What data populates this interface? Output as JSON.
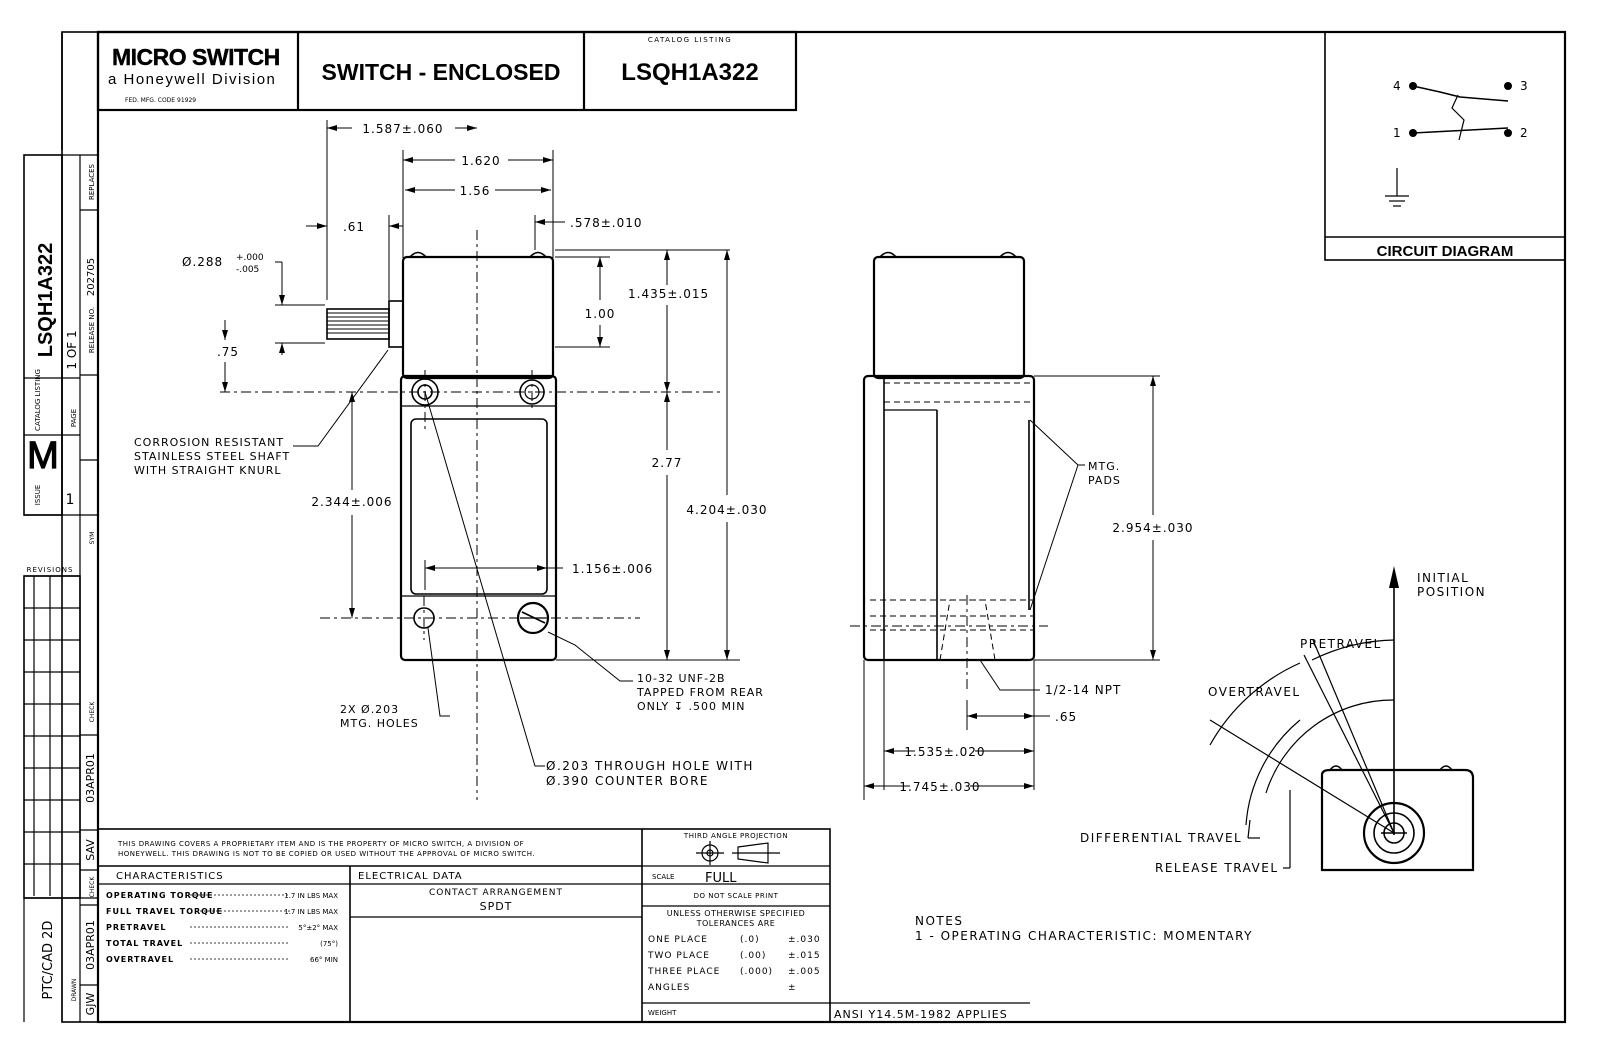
{
  "title_block": {
    "logo_text": "MICRO SWITCH",
    "logo_sub": "a Honeywell Division",
    "fed_code": "FED. MFG. CODE 91929",
    "product": "SWITCH  -  ENCLOSED",
    "catalog_listing_label": "CATALOG LISTING",
    "catalog_listing": "LSQH1A322"
  },
  "side_strip": {
    "catalog": "LSQH1A322",
    "catalog_label": "CATALOG LISTING",
    "page_label": "PAGE",
    "page": "1 OF 1",
    "release_label": "RELEASE NO.",
    "release_no": "202705",
    "replaces_label": "REPLACES",
    "issue_label": "ISSUE",
    "issue": "1",
    "m_mark": "M",
    "rev_label": "REVISIONS",
    "check_label": "CHECK",
    "date1": "03APR01",
    "initials1": "SAV",
    "date2": "03APR01",
    "initials2": "GJW",
    "drawn_label": "DRAWN",
    "cad": "PTC/CAD 2D",
    "sym_label": "SYM"
  },
  "circuit": {
    "title": "CIRCUIT  DIAGRAM",
    "terminals": [
      "4",
      "3",
      "1",
      "2"
    ]
  },
  "dims": {
    "d1": "1.587±.060",
    "d2": "1.620",
    "d3": "1.56",
    "d4": ".61",
    "d5": ".578±.010",
    "d6_main": "Ø.288",
    "d6_tol_top": "+.000",
    "d6_tol_bot": "-.005",
    "d7": "1.435±.015",
    "d8": "1.00",
    "d9": ".75",
    "d10": "2.77",
    "d11": "4.204±.030",
    "d12": "2.344±.006",
    "d13": "1.156±.006",
    "d14": "2.954±.030",
    "d15": "1/2-14 NPT",
    "d16": ".65",
    "d17": "1.535±.020",
    "d18": "1.745±.030"
  },
  "notes": {
    "shaft": [
      "CORROSION RESISTANT",
      "STAINLESS STEEL SHAFT",
      "WITH STRAIGHT KNURL"
    ],
    "mtg_holes": [
      "2X Ø.203",
      "MTG. HOLES"
    ],
    "tapped": [
      "10-32 UNF-2B",
      "TAPPED FROM REAR",
      "ONLY ↧ .500 MIN"
    ],
    "through": [
      "Ø.203 THROUGH HOLE WITH",
      "Ø.390 COUNTER BORE"
    ],
    "mtg_pads": [
      "MTG.",
      "PADS"
    ],
    "initial": [
      "INITIAL",
      "POSITION"
    ],
    "pretravel": "PRETRAVEL",
    "overtravel": "OVERTRAVEL",
    "differential": "DIFFERENTIAL TRAVEL",
    "release": "RELEASE TRAVEL",
    "notes_title": "NOTES",
    "note1": "1 - OPERATING CHARACTERISTIC:  MOMENTARY",
    "ansi": "ANSI Y14.5M-1982 APPLIES"
  },
  "bottom": {
    "proprietary": [
      "THIS DRAWING COVERS A PROPRIETARY ITEM AND IS THE PROPERTY OF MICRO SWITCH, A DIVISION OF",
      "HONEYWELL. THIS DRAWING IS NOT TO BE COPIED OR USED WITHOUT THE APPROVAL OF MICRO SWITCH."
    ],
    "characteristics_label": "CHARACTERISTICS",
    "electrical_label": "ELECTRICAL DATA",
    "characteristics": [
      {
        "label": "OPERATING TORQUE",
        "value": "1.7  IN LBS MAX"
      },
      {
        "label": "FULL TRAVEL TORQUE",
        "value": "1.7 IN LBS MAX"
      },
      {
        "label": "PRETRAVEL",
        "value": "5°±2° MAX"
      },
      {
        "label": "TOTAL TRAVEL",
        "value": "(75°)"
      },
      {
        "label": "OVERTRAVEL",
        "value": "66° MIN"
      }
    ],
    "contact_label": "CONTACT ARRANGEMENT",
    "contact": "SPDT",
    "third_angle": "THIRD ANGLE PROJECTION",
    "scale_label": "SCALE",
    "scale": "FULL",
    "do_not_scale": "DO NOT SCALE PRINT",
    "tol_title": [
      "UNLESS OTHERWISE SPECIFIED",
      "TOLERANCES ARE"
    ],
    "tolerances": [
      {
        "label": "ONE PLACE",
        "places": "(.0)",
        "value": "±.030"
      },
      {
        "label": "TWO PLACE",
        "places": "(.00)",
        "value": "±.015"
      },
      {
        "label": "THREE PLACE",
        "places": "(.000)",
        "value": "±.005"
      },
      {
        "label": "ANGLES",
        "places": "",
        "value": "±"
      }
    ],
    "weight_label": "WEIGHT"
  }
}
